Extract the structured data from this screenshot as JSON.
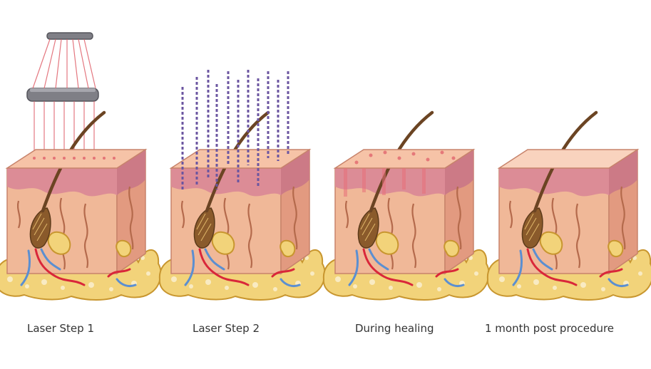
{
  "panels": [
    {
      "caption": "Laser Step 1",
      "stage": "laser-step-1"
    },
    {
      "caption": "Laser Step 2",
      "stage": "laser-step-2"
    },
    {
      "caption": "During healing",
      "stage": "healing"
    },
    {
      "caption": "1 month post procedure",
      "stage": "post"
    }
  ],
  "colors": {
    "skin_top": "#f6c3a7",
    "skin_front": "#f0b898",
    "skin_side": "#e29a80",
    "dermis_band": "#dc8c96",
    "fat": "#f2d37a",
    "fat_outline": "#c8962f",
    "hair": "#6b4423",
    "vessel_red": "#d9273a",
    "vessel_blue": "#5b8fd1",
    "laser_device": "#7f7f86",
    "laser_beam": "#e0606a",
    "fractional_column": "#6b55a0"
  }
}
